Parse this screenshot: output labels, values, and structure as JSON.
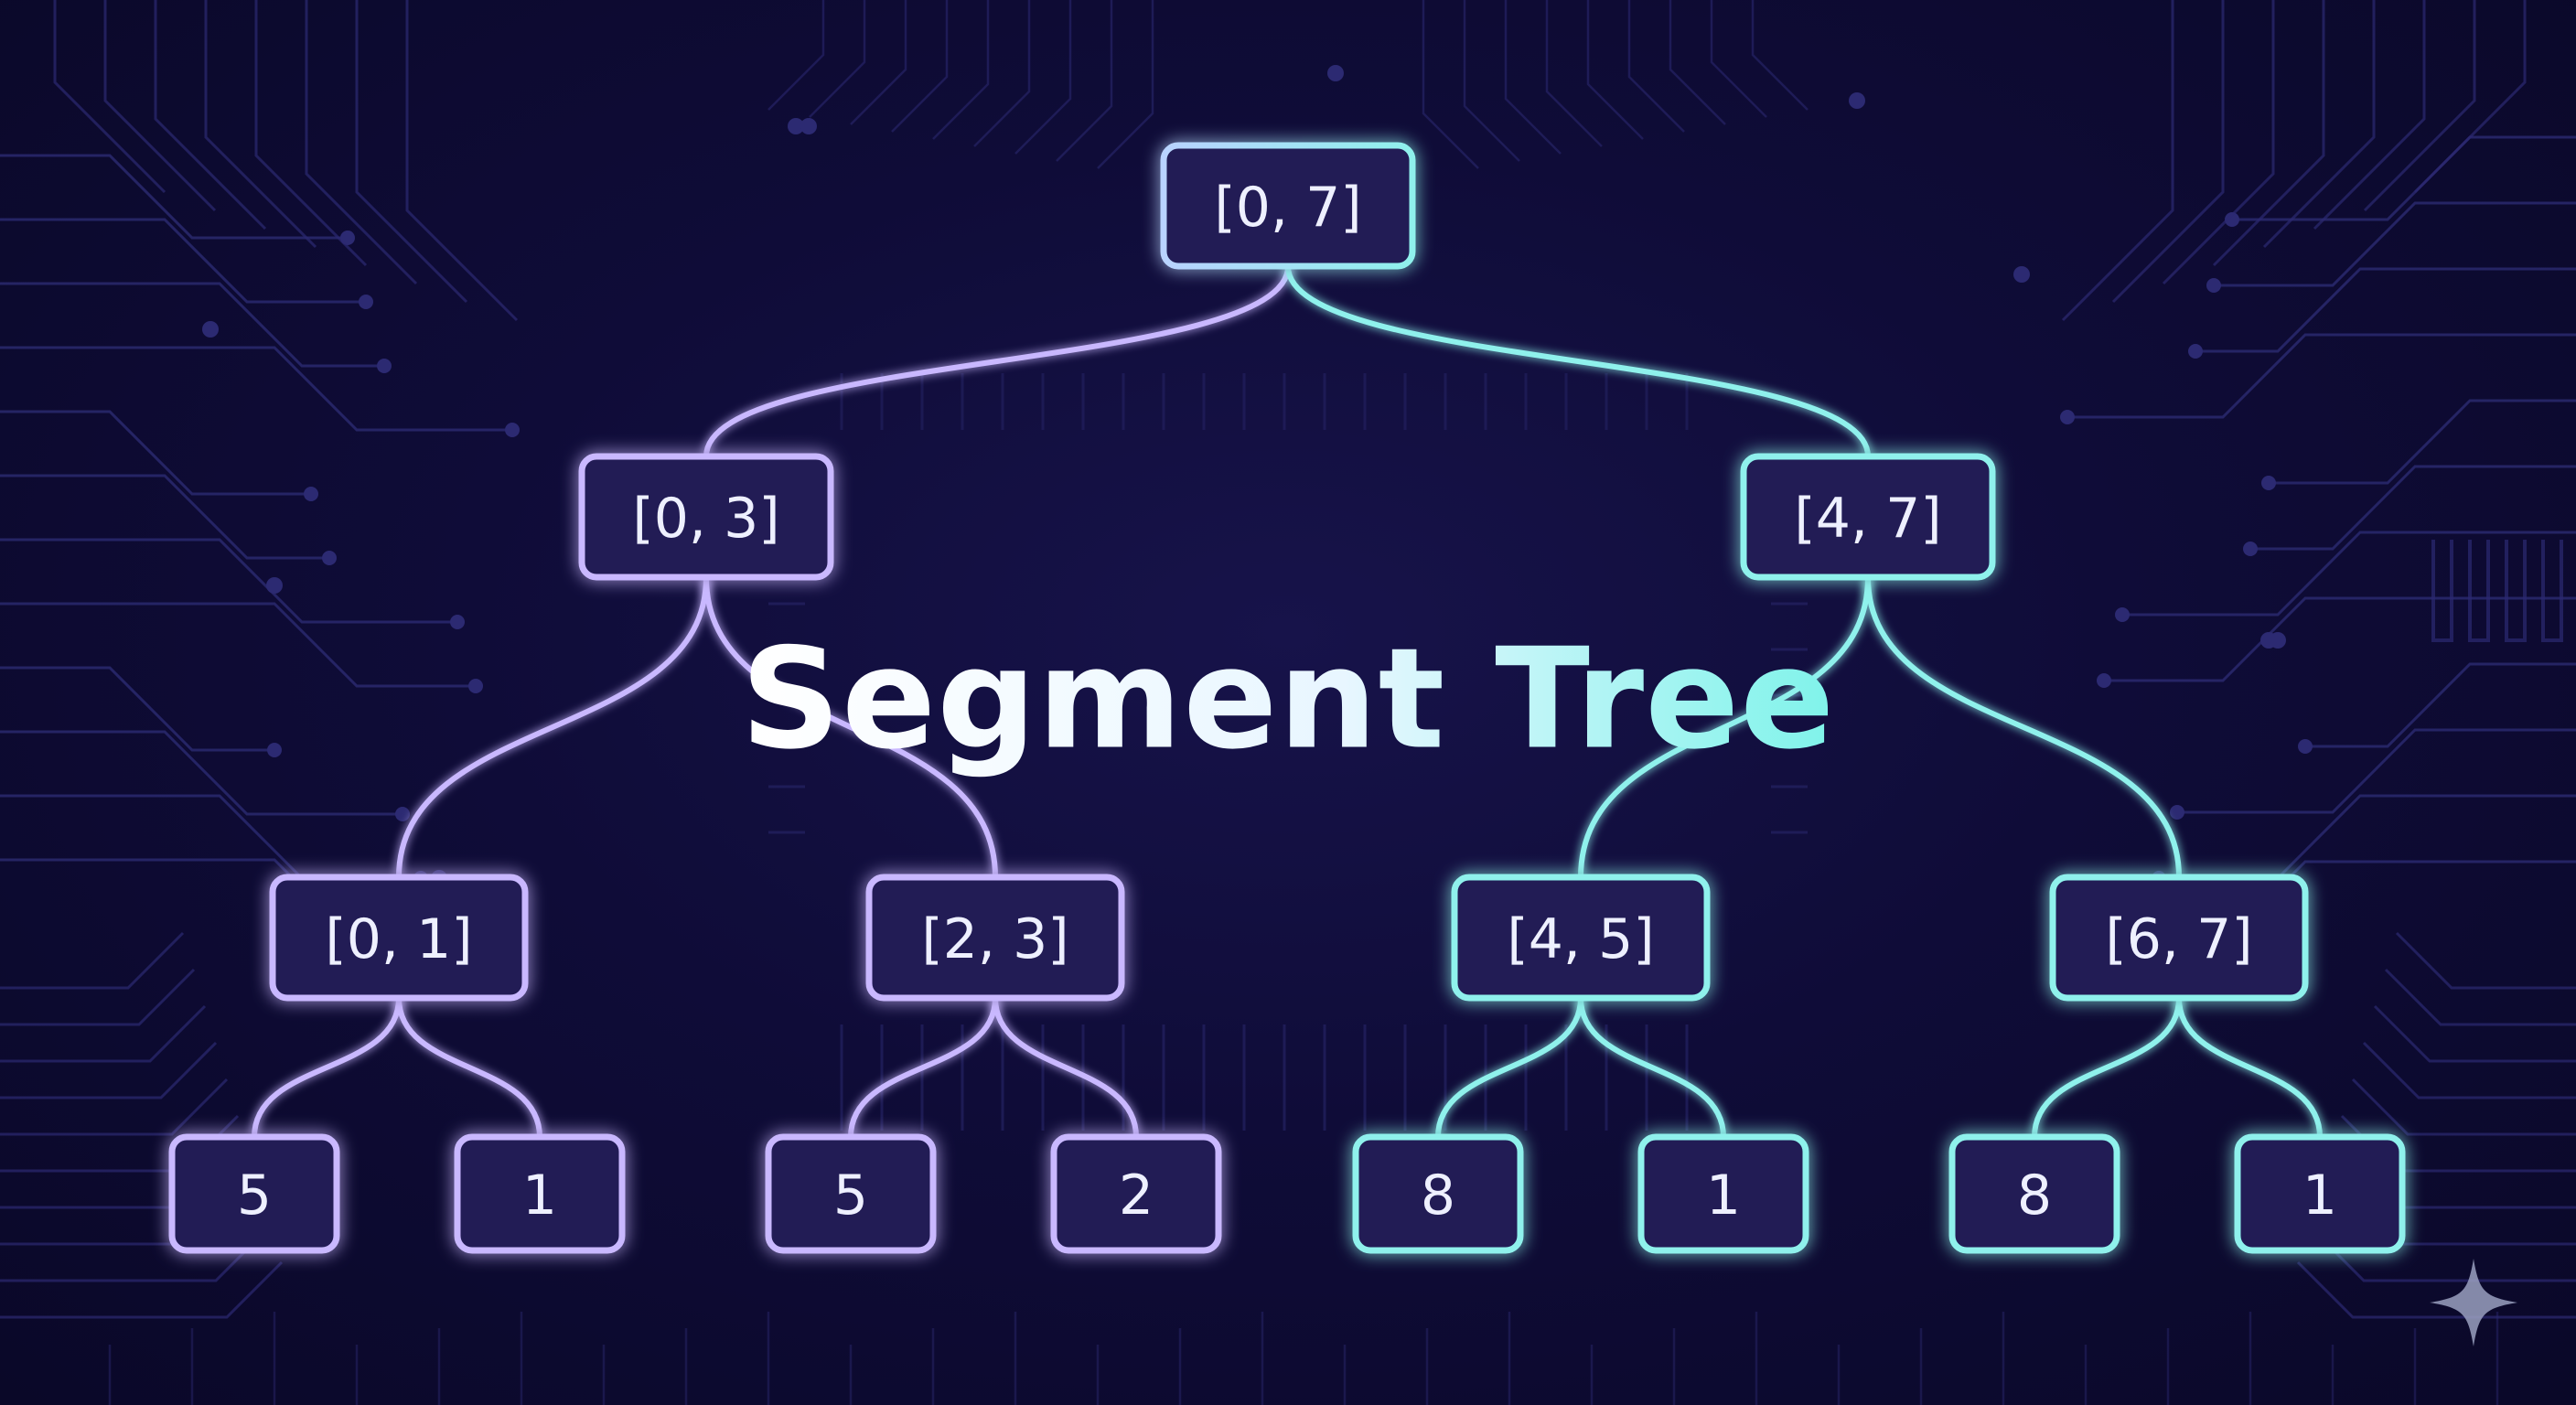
{
  "title": "Segment Tree",
  "colors": {
    "background": "#0f0c38",
    "circuit": "#2c2a72",
    "purple": "#c9b8ff",
    "cyan": "#8ff1ec",
    "node_fill": "#221d55",
    "text": "#eef0ff"
  },
  "tree": {
    "root": {
      "id": "r",
      "label": "[0, 7]",
      "children": [
        "a",
        "b"
      ]
    },
    "nodes": [
      {
        "id": "a",
        "label": "[0, 3]",
        "children": [
          "a1",
          "a2"
        ],
        "color": "purple"
      },
      {
        "id": "b",
        "label": "[4, 7]",
        "children": [
          "b1",
          "b2"
        ],
        "color": "cyan"
      },
      {
        "id": "a1",
        "label": "[0, 1]",
        "children": [
          "l1",
          "l2"
        ],
        "color": "purple"
      },
      {
        "id": "a2",
        "label": "[2, 3]",
        "children": [
          "l3",
          "l4"
        ],
        "color": "purple"
      },
      {
        "id": "b1",
        "label": "[4, 5]",
        "children": [
          "l5",
          "l6"
        ],
        "color": "cyan"
      },
      {
        "id": "b2",
        "label": "[6, 7]",
        "children": [
          "l7",
          "l8"
        ],
        "color": "cyan"
      },
      {
        "id": "l1",
        "label": "5",
        "color": "purple"
      },
      {
        "id": "l2",
        "label": "1",
        "color": "purple"
      },
      {
        "id": "l3",
        "label": "5",
        "color": "purple"
      },
      {
        "id": "l4",
        "label": "2",
        "color": "purple"
      },
      {
        "id": "l5",
        "label": "8",
        "color": "cyan"
      },
      {
        "id": "l6",
        "label": "1",
        "color": "cyan"
      },
      {
        "id": "l7",
        "label": "8",
        "color": "cyan"
      },
      {
        "id": "l8",
        "label": "1",
        "color": "cyan"
      }
    ]
  },
  "icons": {
    "corner": "sparkle-icon"
  }
}
